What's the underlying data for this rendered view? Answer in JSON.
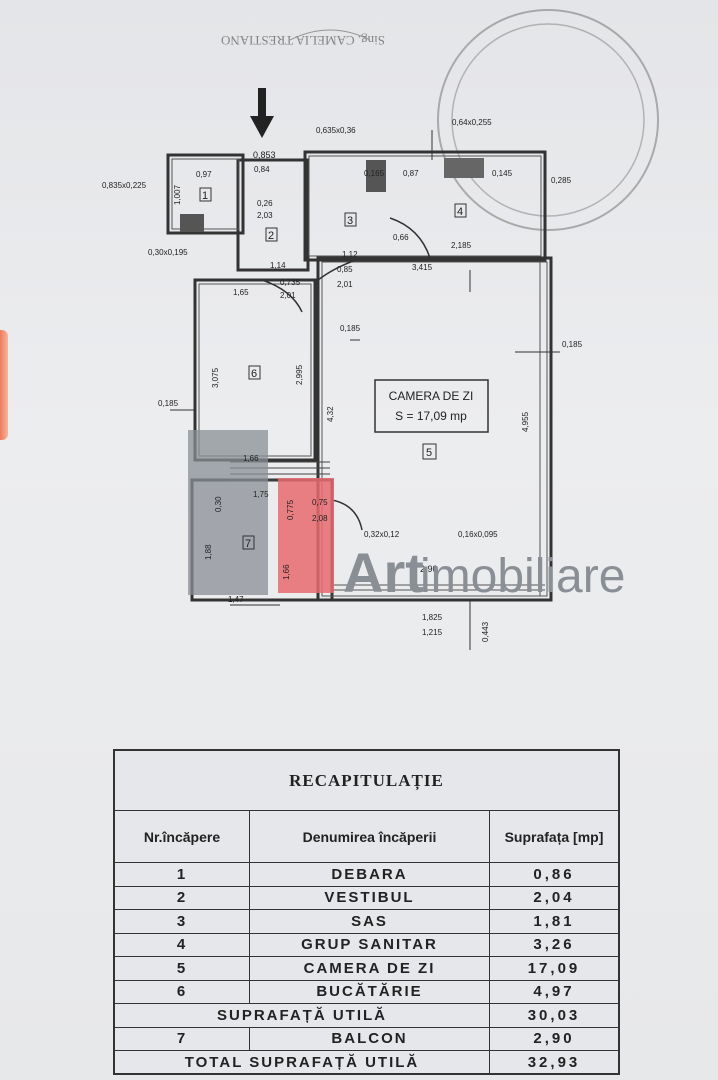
{
  "stamp": {
    "top_text": "Sing. CAMELIA TRESTIANO"
  },
  "plan": {
    "living_room_label": "CAMERA DE ZI",
    "living_room_area": "S = 17,09 mp",
    "room_numbers": [
      "1",
      "2",
      "3",
      "4",
      "5",
      "6",
      "7"
    ],
    "dims": {
      "d1": "0,853",
      "d2": "0,84",
      "d3": "0,835x0,225",
      "d4": "0,97",
      "d5": "1,007",
      "d6": "0,30x0,195",
      "d7": "0,26",
      "d8": "2,03",
      "d9": "0,635x0,36",
      "d10": "0,165",
      "d11": "0,87",
      "d12": "0,64x0,255",
      "d13": "0,145",
      "d14": "0,285",
      "d15": "1,12",
      "d16": "0,66",
      "d17": "1,14",
      "d18": "0,735",
      "d19": "2,01",
      "d20": "0,85",
      "d21": "2,01",
      "d22": "3,415",
      "d23": "2,185",
      "d24": "1,65",
      "d25": "0,185",
      "d26": "0,185",
      "d27": "0,185",
      "d28": "3,075",
      "d29": "2,995",
      "d30": "4,32",
      "d31": "4,955",
      "d32": "1,66",
      "d33": "1,75",
      "d34": "0,75",
      "d35": "2,08",
      "d36": "0,32x0,12",
      "d37": "0,16x0,095",
      "d38": "2,90",
      "d39": "1,88",
      "d40": "1,47",
      "d41": "1,825",
      "d42": "1,215",
      "d43": "0,443",
      "d44": "0,30",
      "d45": "1,66",
      "d46": "0,775"
    }
  },
  "watermark": {
    "brand": "Art",
    "suffix": "imobiliare"
  },
  "recap": {
    "title": "RECAPITULAȚIE",
    "headers": [
      "Nr.încăpere",
      "Denumirea încăperii",
      "Suprafața [mp]"
    ],
    "rows": [
      {
        "nr": "1",
        "name": "DEBARA",
        "area": "0,86"
      },
      {
        "nr": "2",
        "name": "VESTIBUL",
        "area": "2,04"
      },
      {
        "nr": "3",
        "name": "SAS",
        "area": "1,81"
      },
      {
        "nr": "4",
        "name": "GRUP SANITAR",
        "area": "3,26"
      },
      {
        "nr": "5",
        "name": "CAMERA DE ZI",
        "area": "17,09"
      },
      {
        "nr": "6",
        "name": "BUCĂTĂRIE",
        "area": "4,97"
      }
    ],
    "subtotal": {
      "label": "SUPRAFAȚĂ UTILĂ",
      "area": "30,03"
    },
    "balcony": {
      "nr": "7",
      "name": "BALCON",
      "area": "2,90"
    },
    "total": {
      "label": "TOTAL SUPRAFAȚĂ UTILĂ",
      "area": "32,93"
    }
  }
}
